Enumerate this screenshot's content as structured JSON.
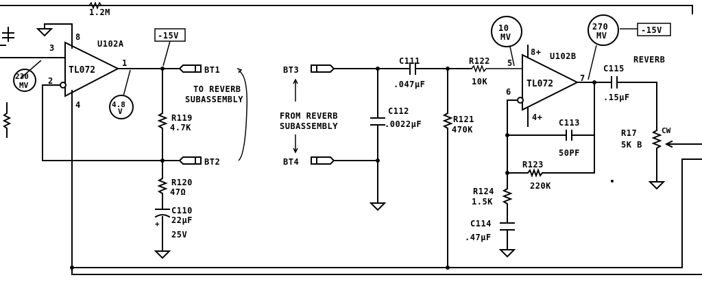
{
  "top_resistor": "1.2M",
  "u102a": {
    "name": "U102A",
    "chip": "TL072",
    "pin_noninv": "3",
    "pin_inv": "2",
    "pin_out": "1",
    "pin_vplus": "8",
    "pin_vminus": "4"
  },
  "u102b": {
    "name": "U102B",
    "chip": "TL072",
    "pin_noninv": "5",
    "pin_inv": "6",
    "pin_out": "7",
    "pin_vplus": "8+",
    "pin_vminus": "4+"
  },
  "voltage_label_1": "-15V",
  "voltage_label_2": "-15V",
  "probe_a": {
    "value": "230",
    "unit": "MV"
  },
  "probe_b": {
    "value": "4.8",
    "unit": "V"
  },
  "probe_c": {
    "value": "10",
    "unit": "MV"
  },
  "probe_d": {
    "value": "270",
    "unit": "MV"
  },
  "connectors": {
    "bt1": "BT1",
    "bt2": "BT2",
    "bt3": "BT3",
    "bt4": "BT4"
  },
  "to_reverb_line1": "TO REVERB",
  "to_reverb_line2": "SUBASSEMBLY",
  "from_reverb_line1": "FROM REVERB",
  "from_reverb_line2": "SUBASSEMBLY",
  "r119": {
    "ref": "R119",
    "value": "4.7K"
  },
  "r120": {
    "ref": "R120",
    "value": "47Ω"
  },
  "c110": {
    "ref": "C110",
    "value": "22µF",
    "voltage": "25V"
  },
  "c111": {
    "ref": "C111",
    "value": ".047µF"
  },
  "c112": {
    "ref": "C112",
    "value": ".0022µF"
  },
  "r121": {
    "ref": "R121",
    "value": "470K"
  },
  "r122": {
    "ref": "R122",
    "value": "10K"
  },
  "c113": {
    "ref": "C113",
    "value": "50PF"
  },
  "r123": {
    "ref": "R123",
    "value": "220K"
  },
  "r124": {
    "ref": "R124",
    "value": "1.5K"
  },
  "c114": {
    "ref": "C114",
    "value": ".47µF"
  },
  "c115": {
    "ref": "C115",
    "value": ".15µF"
  },
  "r17": {
    "ref": "R17",
    "value": "5K B",
    "wiper": "CW"
  },
  "reverb_label": "REVERB"
}
